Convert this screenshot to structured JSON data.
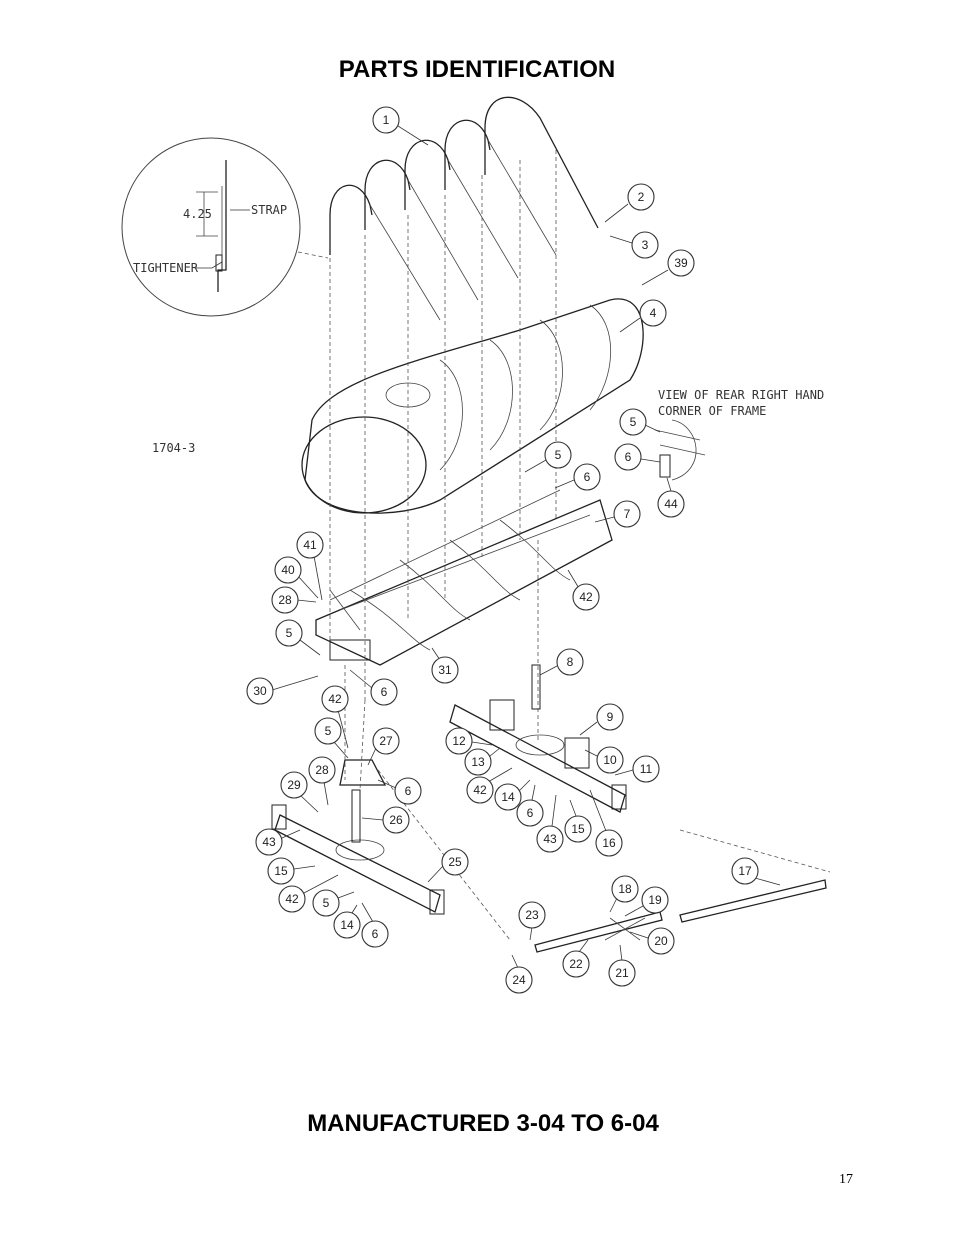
{
  "page": {
    "title": "PARTS IDENTIFICATION",
    "footer": "MANUFACTURED 3-04 TO 6-04",
    "page_number": "17"
  },
  "diagram": {
    "drawing_id": "1704-3",
    "view_label_line1": "VIEW OF REAR RIGHT HAND",
    "view_label_line2": "CORNER OF FRAME",
    "detail": {
      "strap": "STRAP",
      "tightener": "TIGHTENER",
      "dimension": "4.25"
    },
    "callouts": [
      "1",
      "2",
      "3",
      "39",
      "4",
      "5",
      "6",
      "44",
      "5",
      "6",
      "7",
      "41",
      "40",
      "28",
      "42",
      "5",
      "31",
      "30",
      "6",
      "8",
      "42",
      "5",
      "27",
      "28",
      "29",
      "6",
      "26",
      "9",
      "12",
      "13",
      "10",
      "11",
      "42",
      "14",
      "6",
      "43",
      "15",
      "16",
      "43",
      "15",
      "25",
      "42",
      "5",
      "14",
      "6",
      "17",
      "18",
      "19",
      "23",
      "20",
      "22",
      "21",
      "24"
    ]
  }
}
